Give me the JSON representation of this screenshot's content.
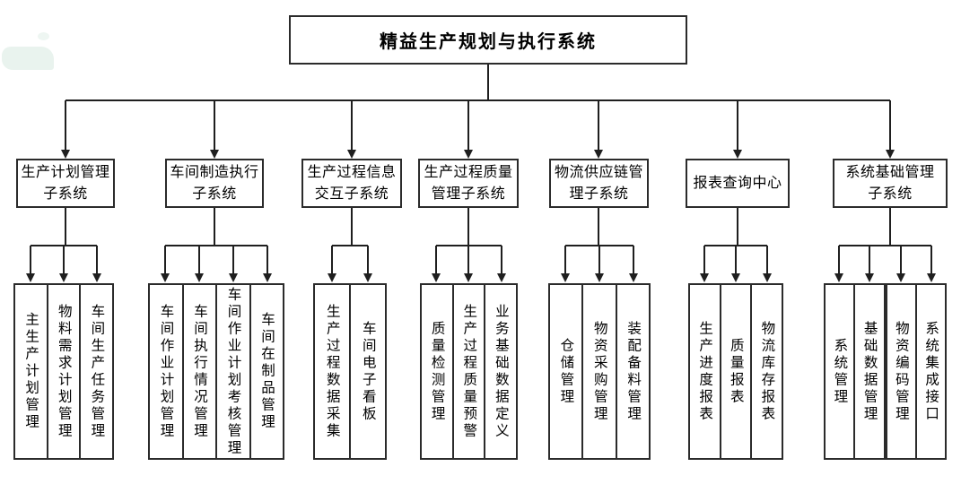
{
  "root": {
    "title": "精益生产规划与执行系统"
  },
  "subsystems": [
    {
      "label": "生产计划管理\n子系统",
      "children": [
        "主生产计划管理",
        "物料需求计划管理",
        "车间生产任务管理"
      ]
    },
    {
      "label": "车间制造执行\n子系统",
      "children": [
        "车间作业计划管理",
        "车间执行情况管理",
        "车间作业计划考核管理",
        "车间在制品管理"
      ]
    },
    {
      "label": "生产过程信息\n交互子系统",
      "children": [
        "生产过程数据采集",
        "车间电子看板"
      ]
    },
    {
      "label": "生产过程质量\n管理子系统",
      "children": [
        "质量检测管理",
        "生产过程质量预警",
        "业务基础数据定义"
      ]
    },
    {
      "label": "物流供应链管\n理子系统",
      "children": [
        "仓储管理",
        "物资采购管理",
        "装配备料管理"
      ]
    },
    {
      "label": "报表查询中心",
      "children": [
        "生产进度报表",
        "质量报表",
        "物流库存报表"
      ]
    },
    {
      "label": "系统基础管理\n子系统",
      "children": [
        "系统管理",
        "基础数据管理",
        "物资编码管理",
        "系统集成接口"
      ]
    }
  ],
  "colors": {
    "line": "#1f1f1f",
    "border": "#2b2b2b",
    "text": "#000000",
    "background": "#ffffff",
    "watermark": "#e9f3ee"
  }
}
